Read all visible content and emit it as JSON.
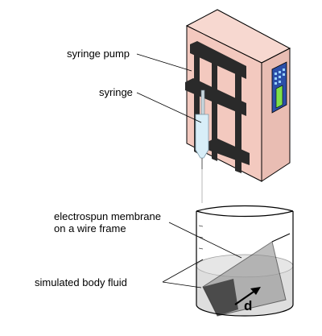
{
  "labels": {
    "syringe_pump": "syringe pump",
    "syringe": "syringe",
    "membrane_line1": "electrospun membrane",
    "membrane_line2": "on a wire frame",
    "body_fluid": "simulated body fluid",
    "distance": "d"
  },
  "colors": {
    "pump_body": "#f3c9bf",
    "pump_dark": "#2a2a2a",
    "display_bg": "#2c4fa8",
    "display_screen": "#7ee04a",
    "syringe_glass": "#d8eef8",
    "fluid": "#d3d3d3",
    "outline": "#000000"
  },
  "icons": [
    "display-button-icon",
    "arrow-icon"
  ]
}
